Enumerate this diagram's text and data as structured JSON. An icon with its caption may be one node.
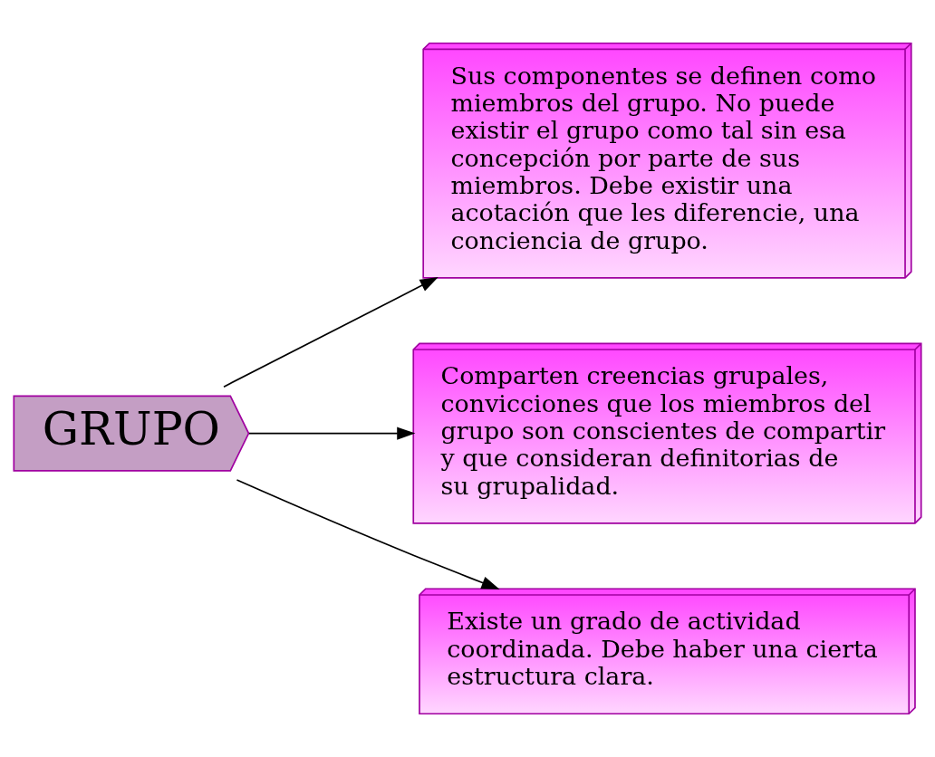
{
  "diagram": {
    "nodes": [
      {
        "text": [
          "GRUPO"
        ]
      },
      {
        "text": [
          "Sus componentes se definen como miembros del grupo. No puede existir el grupo como tal sin esa concepción por parte de sus miembros. Debe existir una acotación que les diferencie, una conciencia de grupo."
        ]
      },
      {
        "text": [
          "Comparten creencias grupales, convicciones que los miembros del grupo son conscientes de compartir y que consideran definitorias de su grupalidad."
        ]
      },
      {
        "text": [
          "Existe un grado de actividad coordinada. Debe haber una cierta estructura clara."
        ]
      }
    ],
    "edges": [
      {
        "from": 0,
        "to": 1,
        "arrow": "to"
      },
      {
        "from": 0,
        "to": 2,
        "arrow": "to"
      },
      {
        "from": 0,
        "to": 3,
        "arrow": "to"
      }
    ]
  }
}
